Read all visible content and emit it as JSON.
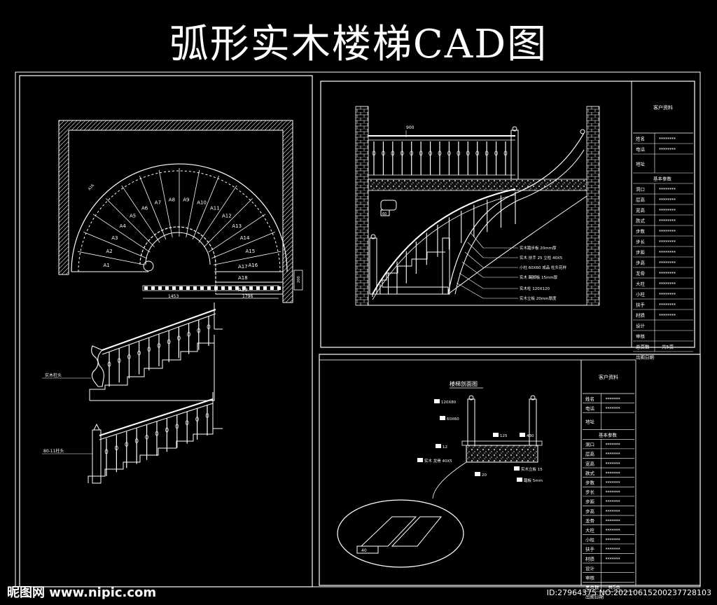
{
  "title": "弧形实木楼梯CAD图",
  "plan": {
    "step_labels": [
      "A1",
      "A2",
      "A3",
      "A4",
      "A5",
      "A6",
      "A7",
      "A8",
      "A9",
      "A10",
      "A11",
      "A12",
      "A13",
      "A14",
      "A15",
      "A16",
      "A17",
      "A18",
      "A19"
    ],
    "dim_left": "1453",
    "dim_right": "1796",
    "dim_side": "200",
    "arc_label": "A16"
  },
  "elevation_left": {
    "label1": "实木柱头",
    "label2": "80-11柱头"
  },
  "elevation_right": {
    "dim_top": "900",
    "dim_small": "60",
    "notes": [
      "实木踏步板 20mm厚",
      "实木 扶手 25 立柱 40X5",
      "小柱 60X60 成品 柱头花样",
      "实木 踢脚板 15mm厚",
      "实木柱 120X120",
      "实木立板 20mm厚度"
    ]
  },
  "client_table_top": {
    "header": "客户资料",
    "client_rows": [
      [
        "姓名",
        "********"
      ],
      [
        "电话",
        "********"
      ],
      [
        "地址",
        ""
      ]
    ],
    "params_header": "基本参数",
    "param_rows": [
      [
        "洞口",
        "********"
      ],
      [
        "层高",
        "********"
      ],
      [
        "宽高",
        "********"
      ],
      [
        "款式",
        "********"
      ],
      [
        "步数",
        "********"
      ],
      [
        "步长",
        "********"
      ],
      [
        "步距",
        "********"
      ],
      [
        "步高",
        "********"
      ],
      [
        "龙骨",
        "********"
      ],
      [
        "大柱",
        "********"
      ],
      [
        "小柱",
        "********"
      ],
      [
        "扶手",
        "********"
      ],
      [
        "材质",
        "********"
      ]
    ],
    "design": "设计",
    "review": "审核",
    "pages_label": "总页数",
    "pages_value": "共5页",
    "date": "出图日期"
  },
  "section": {
    "title": "楼梯剖面图",
    "labels": [
      "120X80",
      "60X60",
      "125",
      "430",
      "12",
      "实木 龙骨 40X5",
      "20",
      "实木立板 15",
      "踏板 5mm",
      "40"
    ]
  },
  "client_table_bottom": {
    "header": "客户资料",
    "client_rows": [
      [
        "姓名",
        "*******"
      ],
      [
        "电话",
        "*******"
      ],
      [
        "地址",
        ""
      ]
    ],
    "params_header": "基本参数",
    "param_rows": [
      [
        "洞口",
        "*******"
      ],
      [
        "层高",
        "*******"
      ],
      [
        "宽高",
        "*******"
      ],
      [
        "款式",
        "*******"
      ],
      [
        "步数",
        "*******"
      ],
      [
        "步长",
        "*******"
      ],
      [
        "步距",
        "*******"
      ],
      [
        "步高",
        "*******"
      ],
      [
        "龙骨",
        "*******"
      ],
      [
        "大柱",
        "*******"
      ],
      [
        "小柱",
        "*******"
      ],
      [
        "扶手",
        "*******"
      ],
      [
        "材质",
        "*******"
      ]
    ],
    "design": "设计",
    "review": "审核",
    "pages_label": "总页数",
    "pages_value": "共5页",
    "date": "出图日期"
  },
  "watermark": {
    "left": "昵图网 www.nipic.com",
    "right": "ID:27964375 NO:20210615200237728103"
  }
}
